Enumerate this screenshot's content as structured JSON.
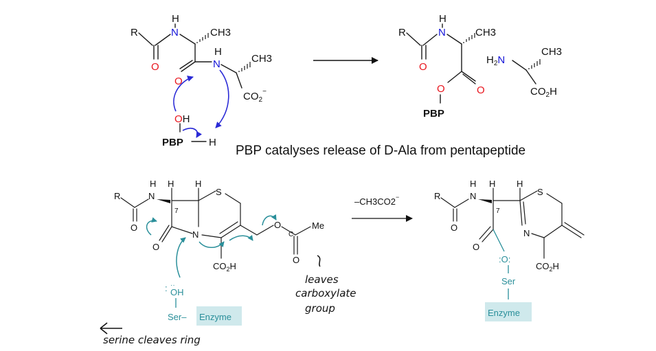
{
  "caption": "PBP catalyses release of D-Ala from pentapeptide",
  "atoms": {
    "R": "R",
    "H": "H",
    "N": "N",
    "CH3": "CH3",
    "O": "O",
    "OH": "OH",
    "O2": "O",
    "PBP": "PBP",
    "PBP_H": "H",
    "CO2H": "CO2H",
    "H2N": "H2N",
    "S": "S",
    "Me": "Me",
    "ring_label": "7",
    "Ser": "Ser",
    "Ser_dash": "Ser–",
    "Enzyme": "Enzyme",
    "OH_ser": "OH",
    "O_ser": "O"
  },
  "reagent": "–CH3CO2",
  "annotations": {
    "serine": "serine cleaves ring",
    "leaves_line1": "leaves",
    "leaves_line2": "carboxylate",
    "leaves_line3": "group"
  },
  "colors": {
    "oxygen": "#e8141c",
    "nitrogen": "#1414d8",
    "curved_arrow_top": "#2a2ad6",
    "teal": "#2a8f9a",
    "enzyme_box": "#cfe9ec"
  }
}
